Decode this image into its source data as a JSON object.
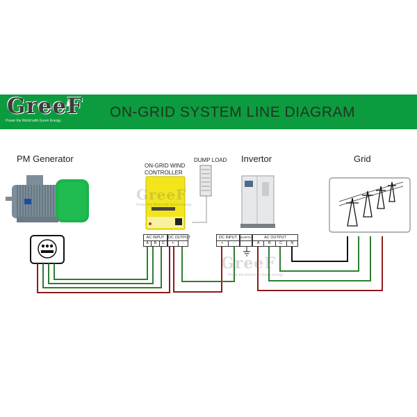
{
  "banner": {
    "logo_text": "GreeF",
    "logo_slogan": "Power the World with Green Energy",
    "title": "ON-GRID SYSTEM LINE DIAGRAM"
  },
  "components": {
    "generator": "PM Generator",
    "controller_line1": "ON-GRID WIND",
    "controller_line2": "CONTROLLER",
    "dump_load": "DUMP  LOAD",
    "inverter": "Invertor",
    "grid": "Grid"
  },
  "terminals": {
    "controller_ac": {
      "title": "AC INPUT",
      "cells": [
        "A",
        "B",
        "C"
      ]
    },
    "controller_dc": {
      "title": "DC OUTPUT",
      "cells": [
        "+",
        "-"
      ]
    },
    "inverter_dc": {
      "title": "DC INPUT",
      "cells": [
        "+",
        "-"
      ]
    },
    "inverter_earth": {
      "title": "EARTH",
      "cells": [
        ""
      ]
    },
    "inverter_ac": {
      "title": "AC OUTPUT",
      "cells": [
        "A",
        "B",
        "C",
        "N"
      ]
    }
  },
  "watermarks": {
    "text": "GreeF",
    "slogan": "Power the World with Green Energy"
  },
  "colors": {
    "banner_green": "#0d9b3f",
    "wire_green": "#2e7d32",
    "wire_red": "#8b1a1a",
    "wire_black": "#111111",
    "controller_yellow": "#f2e51c",
    "generator_green": "#1db34a"
  }
}
